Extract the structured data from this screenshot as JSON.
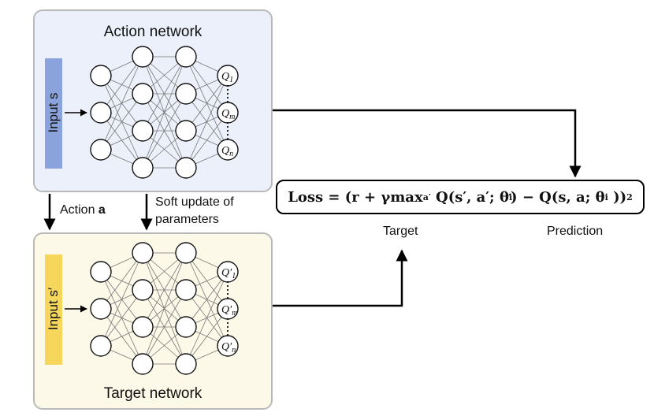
{
  "action_network": {
    "title": "Action network",
    "input_label": "Input s",
    "outputs": [
      "Q",
      "Q",
      "Q"
    ],
    "output_subscripts": [
      "1",
      "m",
      "n"
    ]
  },
  "target_network": {
    "title": "Target network",
    "input_label": "Input s′",
    "outputs": [
      "Q′",
      "Q′",
      "Q′"
    ],
    "output_subscripts": [
      "1",
      "m",
      "n"
    ]
  },
  "connectors": {
    "action_label": "Action ",
    "action_symbol": "a",
    "soft_update_line1": "Soft update of",
    "soft_update_line2": "parameters"
  },
  "loss": {
    "lhs": "Loss",
    "eq": " = ",
    "target_part": "(r + γmax",
    "max_sub": "a′",
    "q_target": " Q(s′, a′; θ",
    "theta_prime_sub": "i",
    "theta_prime_sup": "′",
    "q_pred": ") − Q(s, a; θ",
    "theta_sub": "i",
    "close": " ))",
    "power": "2",
    "target_caption": "Target",
    "prediction_caption": "Prediction"
  },
  "colors": {
    "action_panel": "#ecf0fa",
    "target_panel": "#fdf9e9",
    "input_s": "#8ba3dc",
    "input_s_prime": "#f7d65c"
  }
}
